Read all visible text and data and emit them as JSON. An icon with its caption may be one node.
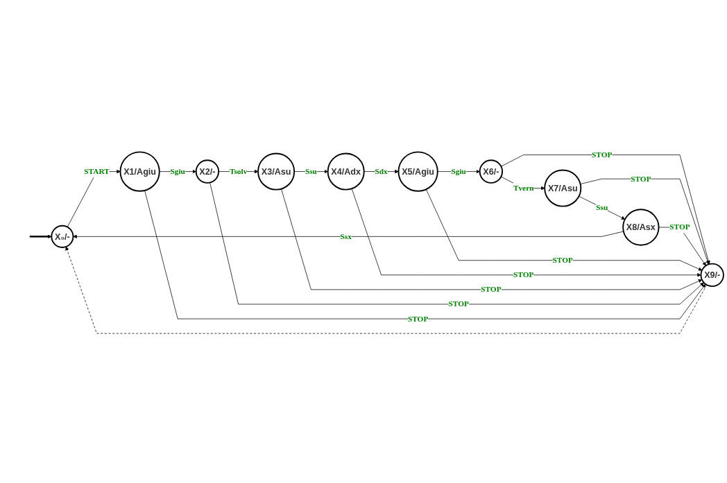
{
  "diagram": {
    "nodes": [
      {
        "text": [
          "X₀/-"
        ]
      },
      {
        "text": [
          "X1/Agiu"
        ]
      },
      {
        "text": [
          "X2/-"
        ]
      },
      {
        "text": [
          "X3/Asu"
        ]
      },
      {
        "text": [
          "X4/Adx"
        ]
      },
      {
        "text": [
          "X5/Agiu"
        ]
      },
      {
        "text": [
          "X6/-"
        ]
      },
      {
        "text": [
          "X7/Asu"
        ]
      },
      {
        "text": [
          "X8/Asx"
        ]
      },
      {
        "text": [
          "X9/-"
        ]
      }
    ],
    "edges": [
      {
        "from": null,
        "to": 0,
        "arrow": "to",
        "style": "thick"
      },
      {
        "from": 0,
        "to": 1,
        "arrow": "to",
        "label": "START"
      },
      {
        "from": 1,
        "to": 2,
        "arrow": "to",
        "label": "Sgiu"
      },
      {
        "from": 2,
        "to": 3,
        "arrow": "to",
        "label": "Tsolv"
      },
      {
        "from": 3,
        "to": 4,
        "arrow": "to",
        "label": "Ssu"
      },
      {
        "from": 4,
        "to": 5,
        "arrow": "to",
        "label": "Sdx"
      },
      {
        "from": 5,
        "to": 6,
        "arrow": "to",
        "label": "Sgiu"
      },
      {
        "from": 6,
        "to": 7,
        "arrow": "to",
        "label": "Tvern"
      },
      {
        "from": 7,
        "to": 8,
        "arrow": "to",
        "label": "Ssu"
      },
      {
        "from": 8,
        "to": 0,
        "arrow": "to",
        "label": "Ssx"
      },
      {
        "from": 6,
        "to": 9,
        "arrow": "to",
        "label": "STOP"
      },
      {
        "from": 7,
        "to": 9,
        "arrow": "to",
        "label": "STOP"
      },
      {
        "from": 8,
        "to": 9,
        "arrow": "to",
        "label": "STOP"
      },
      {
        "from": 5,
        "to": 9,
        "arrow": "to",
        "label": "STOP"
      },
      {
        "from": 4,
        "to": 9,
        "arrow": "to",
        "label": "STOP"
      },
      {
        "from": 3,
        "to": 9,
        "arrow": "to",
        "label": "STOP"
      },
      {
        "from": 2,
        "to": 9,
        "arrow": "to",
        "label": "STOP"
      },
      {
        "from": 1,
        "to": 9,
        "arrow": "to",
        "label": "STOP"
      },
      {
        "from": 9,
        "to": 0,
        "arrow": "to",
        "style": "dashed"
      }
    ]
  }
}
